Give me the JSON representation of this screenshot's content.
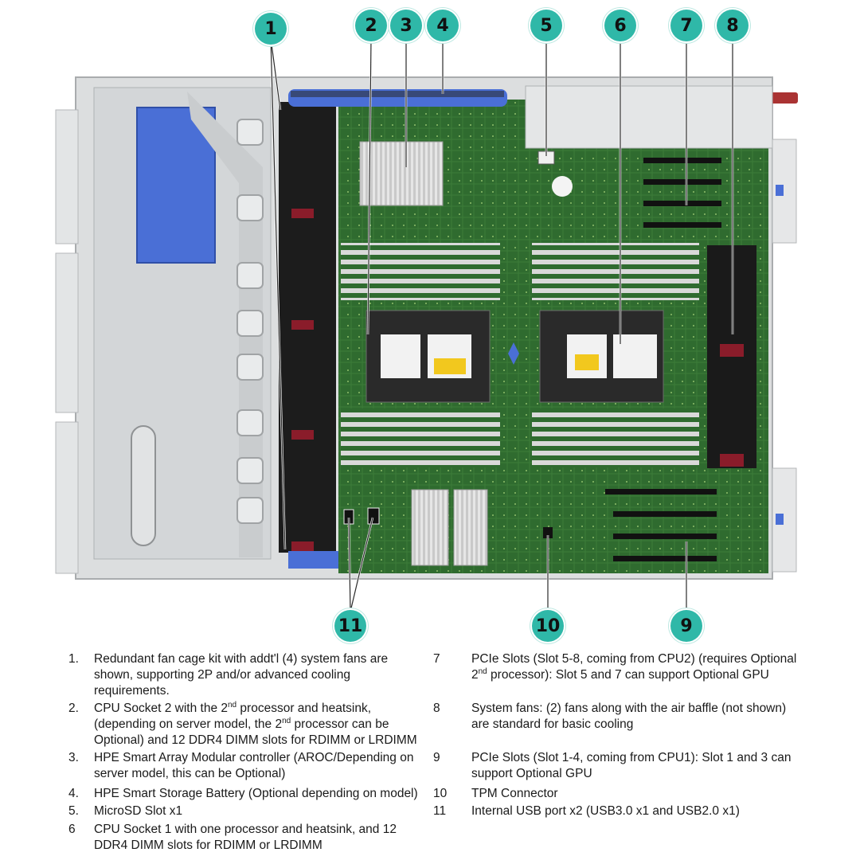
{
  "callouts": [
    "1",
    "2",
    "3",
    "4",
    "5",
    "6",
    "7",
    "8",
    "9",
    "10",
    "11"
  ],
  "legend": {
    "items": [
      {
        "num": "1.",
        "parts": [
          "Redundant fan cage kit with addt'l (4) system fans are shown, supporting 2P and/or advanced cooling requirements."
        ]
      },
      {
        "num": "2.",
        "parts": [
          "CPU Socket 2 with the 2",
          "nd",
          " processor and heatsink, (depending on server model, the 2",
          "nd",
          " processor can be Optional) and 12 DDR4 DIMM slots for RDIMM or LRDIMM"
        ]
      },
      {
        "num": "3.",
        "parts": [
          "HPE Smart Array Modular controller (AROC/Depending on server model, this can be Optional)"
        ]
      },
      {
        "num": "4.",
        "parts": [
          "HPE Smart Storage Battery (Optional depending on model)"
        ]
      },
      {
        "num": "5.",
        "parts": [
          "MicroSD Slot x1"
        ]
      },
      {
        "num": "6",
        "parts": [
          "CPU Socket 1 with one processor and heatsink, and 12 DDR4 DIMM slots for RDIMM or LRDIMM"
        ]
      },
      {
        "num": "7",
        "parts": [
          "PCIe Slots (Slot 5-8, coming from CPU2) (requires Optional 2",
          "nd",
          " processor): Slot 5 and 7 can support Optional GPU"
        ]
      },
      {
        "num": "8",
        "parts": [
          "System fans: (2) fans along with the air baffle (not shown) are standard for basic cooling"
        ]
      },
      {
        "num": "9",
        "parts": [
          "PCIe Slots (Slot 1-4, coming from CPU1): Slot 1 and 3 can support Optional GPU"
        ]
      },
      {
        "num": "10",
        "parts": [
          "TPM Connector"
        ]
      },
      {
        "num": "11",
        "parts": [
          "Internal USB port x2 (USB3.0 x1 and USB2.0 x1)"
        ]
      }
    ]
  },
  "colors": {
    "callout": "#2fb8a8",
    "board": "#2f6b2f",
    "chassis": "#d7d9da",
    "blue_part": "#4a6fd6",
    "fan": "#1c1c1c"
  }
}
